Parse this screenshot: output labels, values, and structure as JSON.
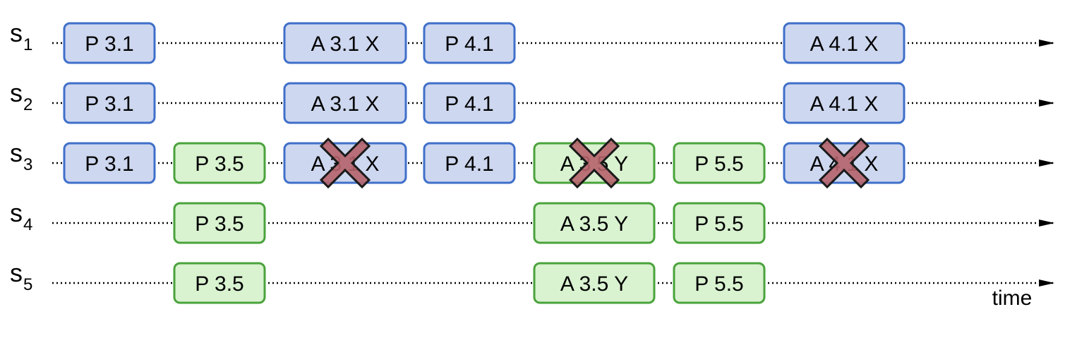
{
  "axis_label": "time",
  "colors": {
    "blue_fill": "#cdd7ef",
    "blue_border": "#3f6fc9",
    "green_fill": "#d9f2d0",
    "green_border": "#4aa33c",
    "cross_fill": "#b5636a",
    "cross_stroke": "#1a1a1a"
  },
  "servers": [
    {
      "id": "s1",
      "base": "s",
      "index": "1"
    },
    {
      "id": "s2",
      "base": "s",
      "index": "2"
    },
    {
      "id": "s3",
      "base": "s",
      "index": "3"
    },
    {
      "id": "s4",
      "base": "s",
      "index": "4"
    },
    {
      "id": "s5",
      "base": "s",
      "index": "5"
    }
  ],
  "messages": [
    {
      "server": "s1",
      "label": "P 3.1",
      "color": "blue",
      "crossed": false
    },
    {
      "server": "s1",
      "label": "A 3.1 X",
      "color": "blue",
      "crossed": false
    },
    {
      "server": "s1",
      "label": "P 4.1",
      "color": "blue",
      "crossed": false
    },
    {
      "server": "s1",
      "label": "A 4.1 X",
      "color": "blue",
      "crossed": false
    },
    {
      "server": "s2",
      "label": "P 3.1",
      "color": "blue",
      "crossed": false
    },
    {
      "server": "s2",
      "label": "A 3.1 X",
      "color": "blue",
      "crossed": false
    },
    {
      "server": "s2",
      "label": "P 4.1",
      "color": "blue",
      "crossed": false
    },
    {
      "server": "s2",
      "label": "A 4.1 X",
      "color": "blue",
      "crossed": false
    },
    {
      "server": "s3",
      "label": "P 3.1",
      "color": "blue",
      "crossed": false
    },
    {
      "server": "s3",
      "label": "P 3.5",
      "color": "green",
      "crossed": false
    },
    {
      "server": "s3",
      "label": "A 3.1 X",
      "color": "blue",
      "crossed": true
    },
    {
      "server": "s3",
      "label": "P 4.1",
      "color": "blue",
      "crossed": false
    },
    {
      "server": "s3",
      "label": "A 3.5 Y",
      "color": "green",
      "crossed": true
    },
    {
      "server": "s3",
      "label": "P 5.5",
      "color": "green",
      "crossed": false
    },
    {
      "server": "s3",
      "label": "A 4.1 X",
      "color": "blue",
      "crossed": true
    },
    {
      "server": "s4",
      "label": "P 3.5",
      "color": "green",
      "crossed": false
    },
    {
      "server": "s4",
      "label": "A 3.5 Y",
      "color": "green",
      "crossed": false
    },
    {
      "server": "s4",
      "label": "P 5.5",
      "color": "green",
      "crossed": false
    },
    {
      "server": "s5",
      "label": "P 3.5",
      "color": "green",
      "crossed": false
    },
    {
      "server": "s5",
      "label": "A 3.5 Y",
      "color": "green",
      "crossed": false
    },
    {
      "server": "s5",
      "label": "P 5.5",
      "color": "green",
      "crossed": false
    }
  ]
}
